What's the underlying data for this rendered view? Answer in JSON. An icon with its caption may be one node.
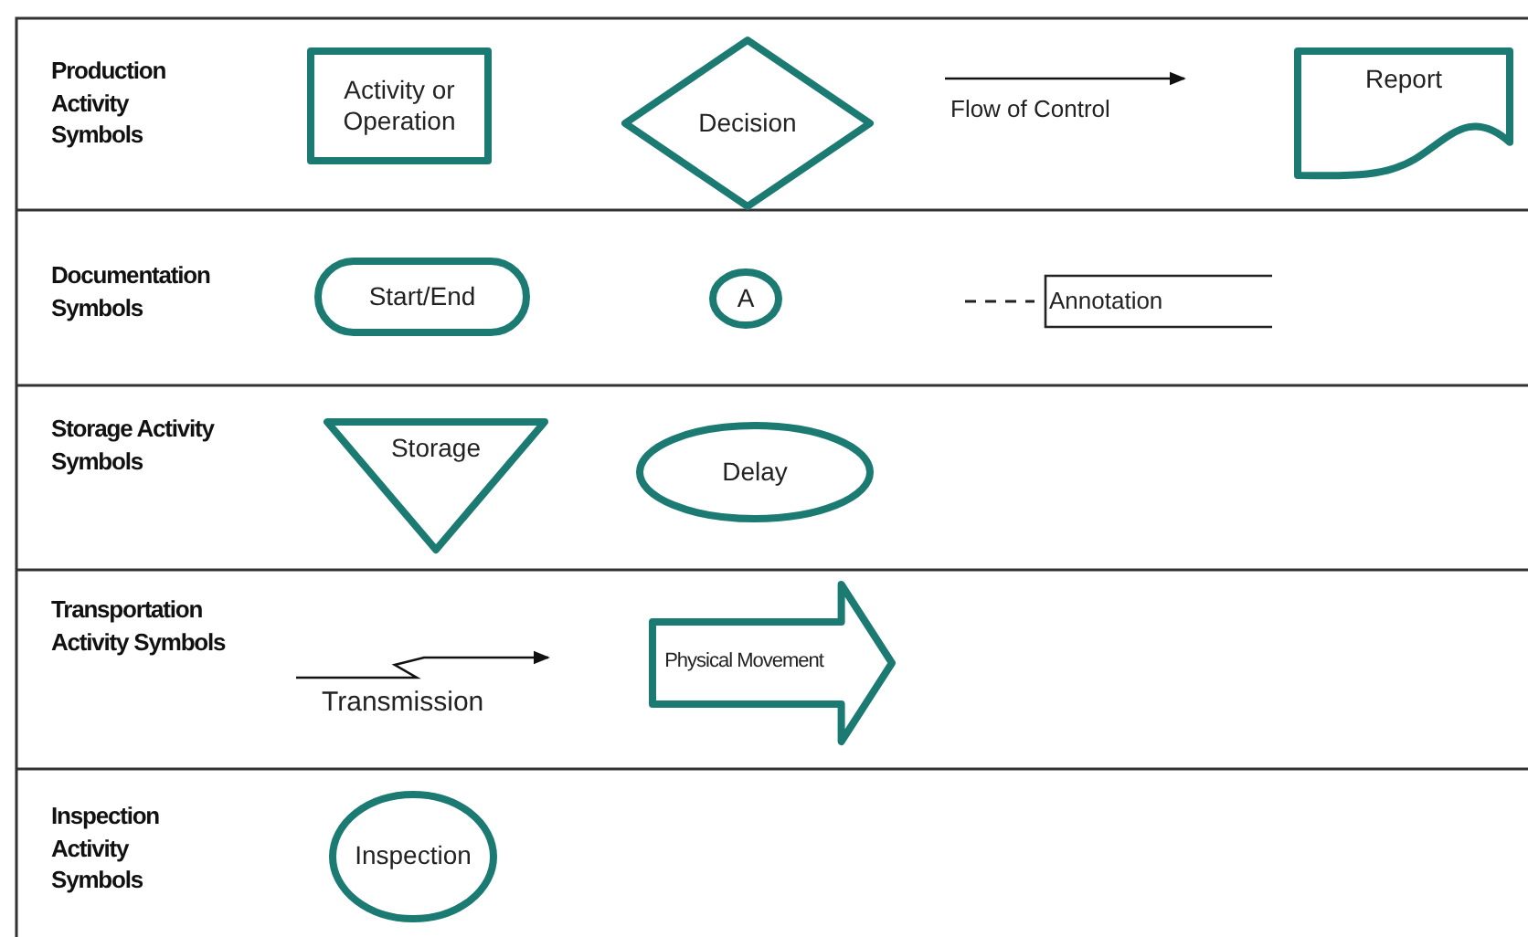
{
  "diagram": {
    "nodes": [
      {
        "text": [
          "Activity or Operation"
        ]
      },
      {
        "text": [
          "Decision"
        ]
      },
      {
        "text": [
          "Report"
        ]
      },
      {
        "text": [
          "Start/End"
        ]
      },
      {
        "text": [
          "A"
        ]
      },
      {
        "text": [
          "Annotation"
        ]
      },
      {
        "text": [
          "Storage"
        ]
      },
      {
        "text": [
          "Delay"
        ]
      },
      {
        "text": [
          "Physical Movement"
        ]
      },
      {
        "text": [
          "Inspection"
        ]
      }
    ],
    "labels": [
      "Production Activity Symbols",
      "Flow of Control",
      "Documentation Symbols",
      "Storage Activity Symbols",
      "Transportation Activity Symbols",
      "Transmission",
      "Inspection Activity Symbols"
    ]
  }
}
